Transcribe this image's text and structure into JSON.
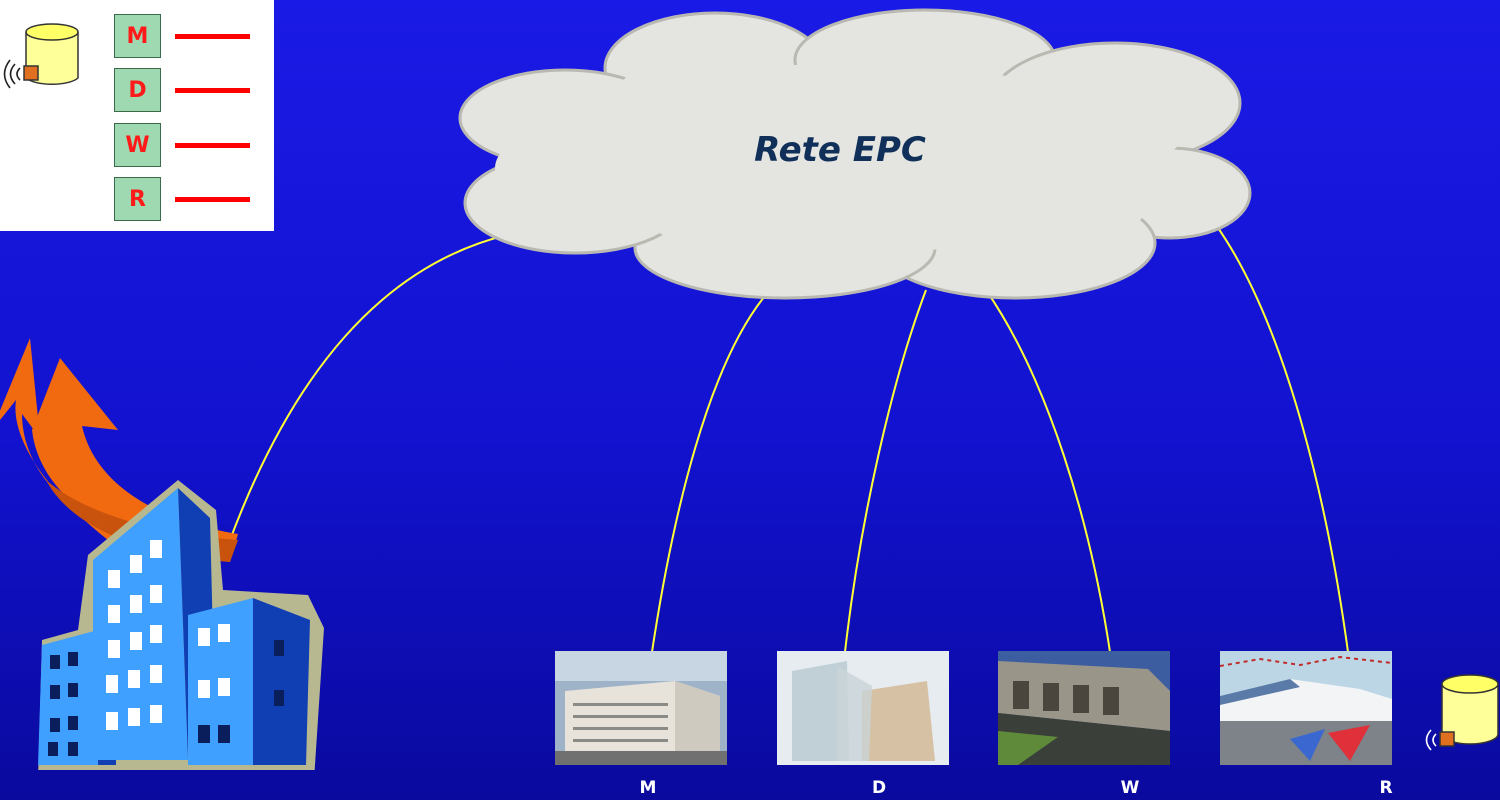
{
  "cloud": {
    "label": "Rete EPC"
  },
  "panel": {
    "stages": [
      {
        "letter": "M"
      },
      {
        "letter": "D"
      },
      {
        "letter": "W"
      },
      {
        "letter": "R"
      }
    ]
  },
  "sites": [
    {
      "label": "M"
    },
    {
      "label": "D"
    },
    {
      "label": "W"
    },
    {
      "label": "R"
    }
  ],
  "colors": {
    "background": "#1414d9",
    "cloud": "#e4e4e0",
    "links": "#ffff33",
    "stage_box": "#9ed9b1",
    "stage_text": "#ff1a1a",
    "stage_line": "#ff0000",
    "arrow": "#f26a10",
    "building_front": "#3fa0ff",
    "building_side": "#0f3fb3"
  },
  "icons": [
    "database-tag-icon",
    "curved-arrow-icon",
    "buildings-icon"
  ]
}
